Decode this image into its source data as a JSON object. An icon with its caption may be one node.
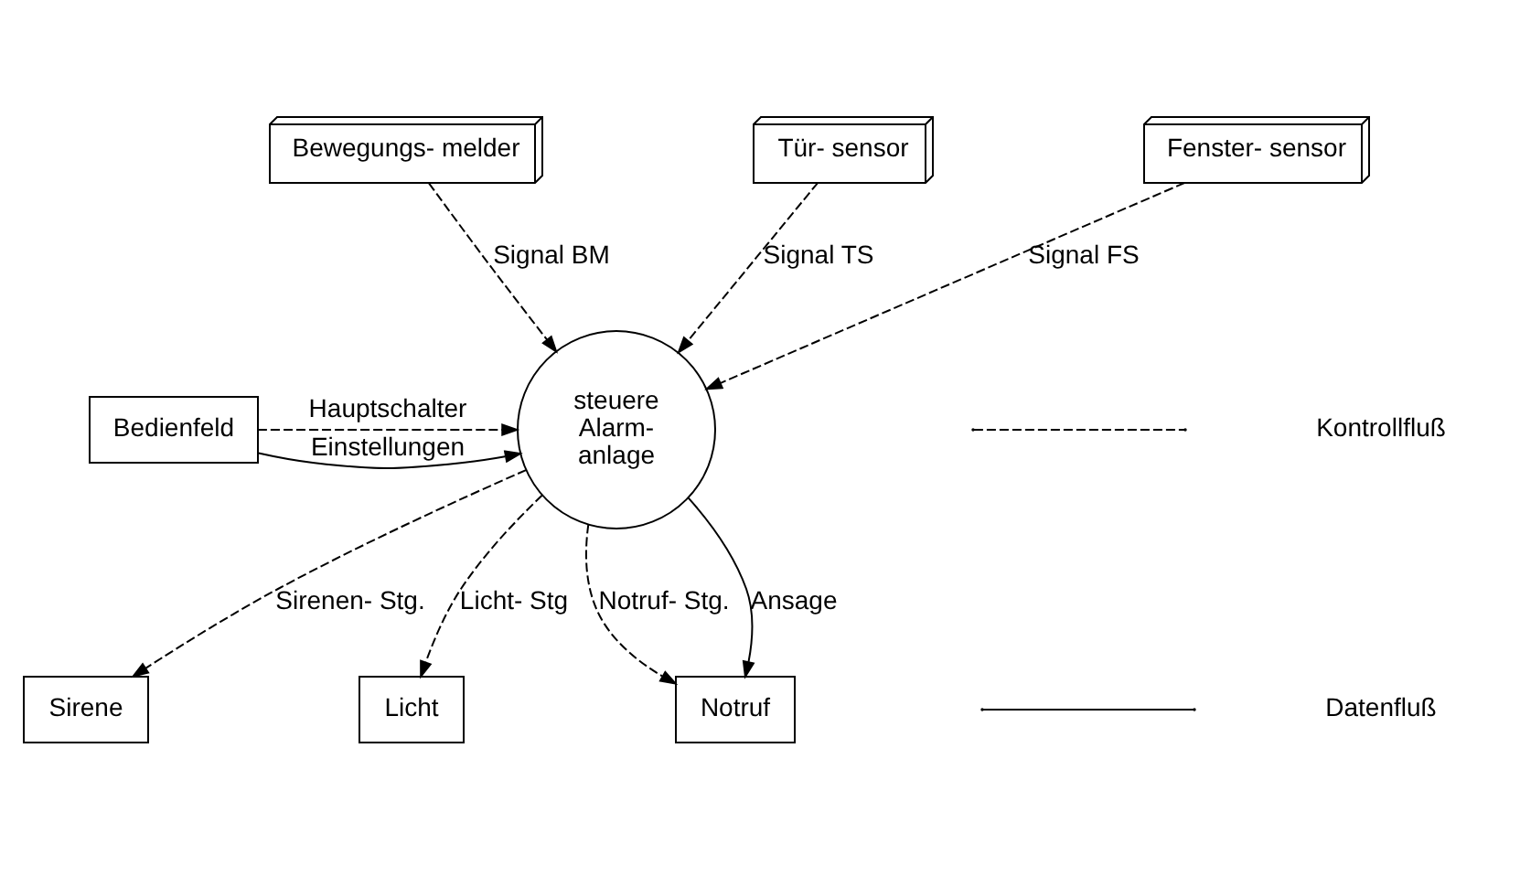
{
  "diagram": {
    "nodes": [
      {
        "text": [
          "Bewegungs- melder"
        ]
      },
      {
        "text": [
          "Tür- sensor"
        ]
      },
      {
        "text": [
          "Fenster- sensor"
        ]
      },
      {
        "text": [
          "Bedienfeld"
        ]
      },
      {
        "text": [
          "steuere Alarm- anlage"
        ]
      },
      {
        "text": [
          "Sirene"
        ]
      },
      {
        "text": [
          "Licht"
        ]
      },
      {
        "text": [
          "Notruf"
        ]
      }
    ],
    "edges": [
      {
        "from": 0,
        "to": 4,
        "arrow": "to",
        "label": "Signal BM",
        "style": "dashed"
      },
      {
        "from": 1,
        "to": 4,
        "arrow": "to",
        "label": "Signal TS",
        "style": "dashed"
      },
      {
        "from": 2,
        "to": 4,
        "arrow": "to",
        "label": "Signal FS",
        "style": "dashed"
      },
      {
        "from": 3,
        "to": 4,
        "arrow": "to",
        "label": "Hauptschalter",
        "style": "dashed"
      },
      {
        "from": 3,
        "to": 4,
        "arrow": "to",
        "label": "Einstellungen"
      },
      {
        "from": 4,
        "to": 5,
        "arrow": "to",
        "label": "Sirenen- Stg.",
        "style": "dashed"
      },
      {
        "from": 4,
        "to": 6,
        "arrow": "to",
        "label": "Licht- Stg",
        "style": "dashed"
      },
      {
        "from": 4,
        "to": 7,
        "arrow": "to",
        "label": "Notruf- Stg.",
        "style": "dashed"
      },
      {
        "from": 4,
        "to": 7,
        "arrow": "to",
        "label": "Ansage"
      }
    ],
    "legend": [
      {
        "text": "Kontrollfluß"
      },
      {
        "text": "Datenfluß"
      }
    ]
  }
}
